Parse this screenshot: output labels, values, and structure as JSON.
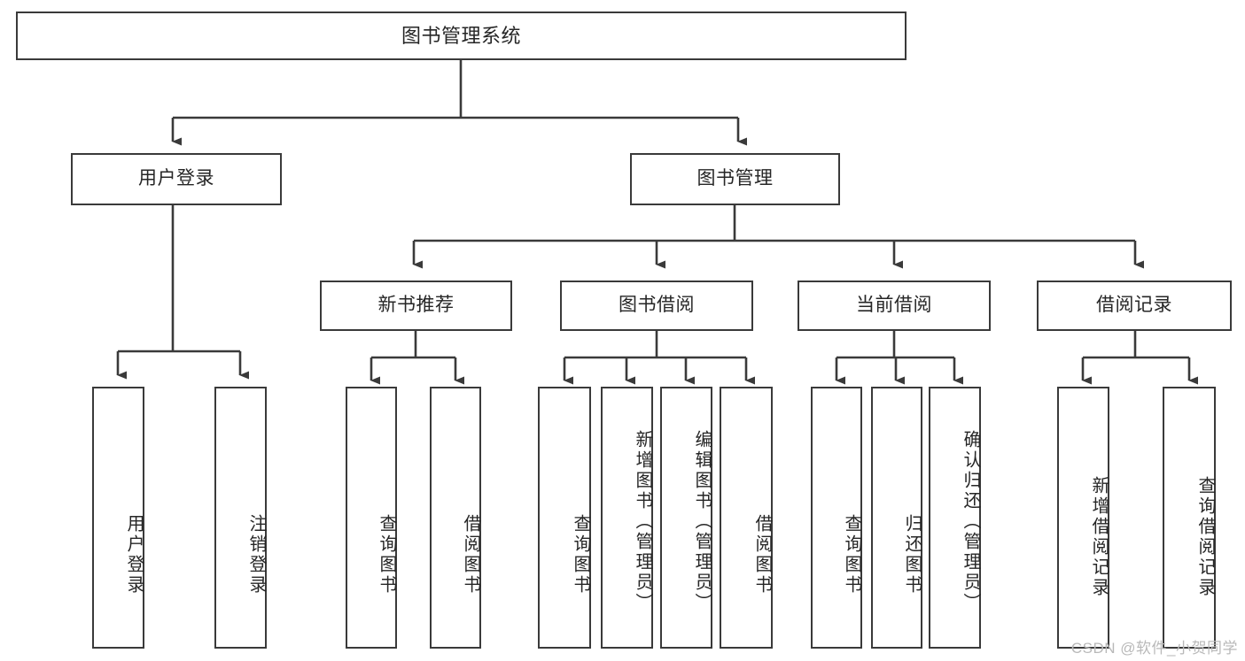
{
  "diagram": {
    "title": "图书管理系统",
    "type": "tree-hierarchy",
    "watermark": "CSDN @软件_小贺同学",
    "colors": {
      "border": "#3a3a3a",
      "background": "#ffffff",
      "text": "#262626",
      "edge": "#3a3a3a",
      "watermark": "#b9b9b9"
    }
  },
  "nodes": {
    "root": {
      "label": "图书管理系统",
      "level": 1
    },
    "level2": [
      {
        "id": "user-login",
        "label": "用户登录"
      },
      {
        "id": "book-management",
        "label": "图书管理"
      }
    ],
    "level3": [
      {
        "id": "new-book-recommend",
        "label": "新书推荐",
        "parent": "book-management"
      },
      {
        "id": "book-borrow",
        "label": "图书借阅",
        "parent": "book-management"
      },
      {
        "id": "current-borrow",
        "label": "当前借阅",
        "parent": "book-management"
      },
      {
        "id": "borrow-record",
        "label": "借阅记录",
        "parent": "book-management"
      }
    ],
    "leaves": [
      {
        "id": "leaf-user-login",
        "label": "用户登录",
        "parent": "user-login"
      },
      {
        "id": "leaf-logout-login",
        "label": "注销登录",
        "parent": "user-login"
      },
      {
        "id": "leaf-query-book-1",
        "label": "查询图书",
        "parent": "new-book-recommend"
      },
      {
        "id": "leaf-borrow-book-1",
        "label": "借阅图书",
        "parent": "new-book-recommend"
      },
      {
        "id": "leaf-query-book-2",
        "label": "查询图书",
        "parent": "book-borrow"
      },
      {
        "id": "leaf-add-book",
        "label": "新增图书（管理员）",
        "parent": "book-borrow"
      },
      {
        "id": "leaf-edit-book",
        "label": "编辑图书（管理员）",
        "parent": "book-borrow"
      },
      {
        "id": "leaf-borrow-book-2",
        "label": "借阅图书",
        "parent": "book-borrow"
      },
      {
        "id": "leaf-query-book-3",
        "label": "查询图书",
        "parent": "current-borrow"
      },
      {
        "id": "leaf-return-book",
        "label": "归还图书",
        "parent": "current-borrow"
      },
      {
        "id": "leaf-confirm-return",
        "label": "确认归还（管理员）",
        "parent": "current-borrow"
      },
      {
        "id": "leaf-add-record",
        "label": "新增借阅记录",
        "parent": "borrow-record"
      },
      {
        "id": "leaf-query-record",
        "label": "查询借阅记录",
        "parent": "borrow-record"
      }
    ]
  }
}
